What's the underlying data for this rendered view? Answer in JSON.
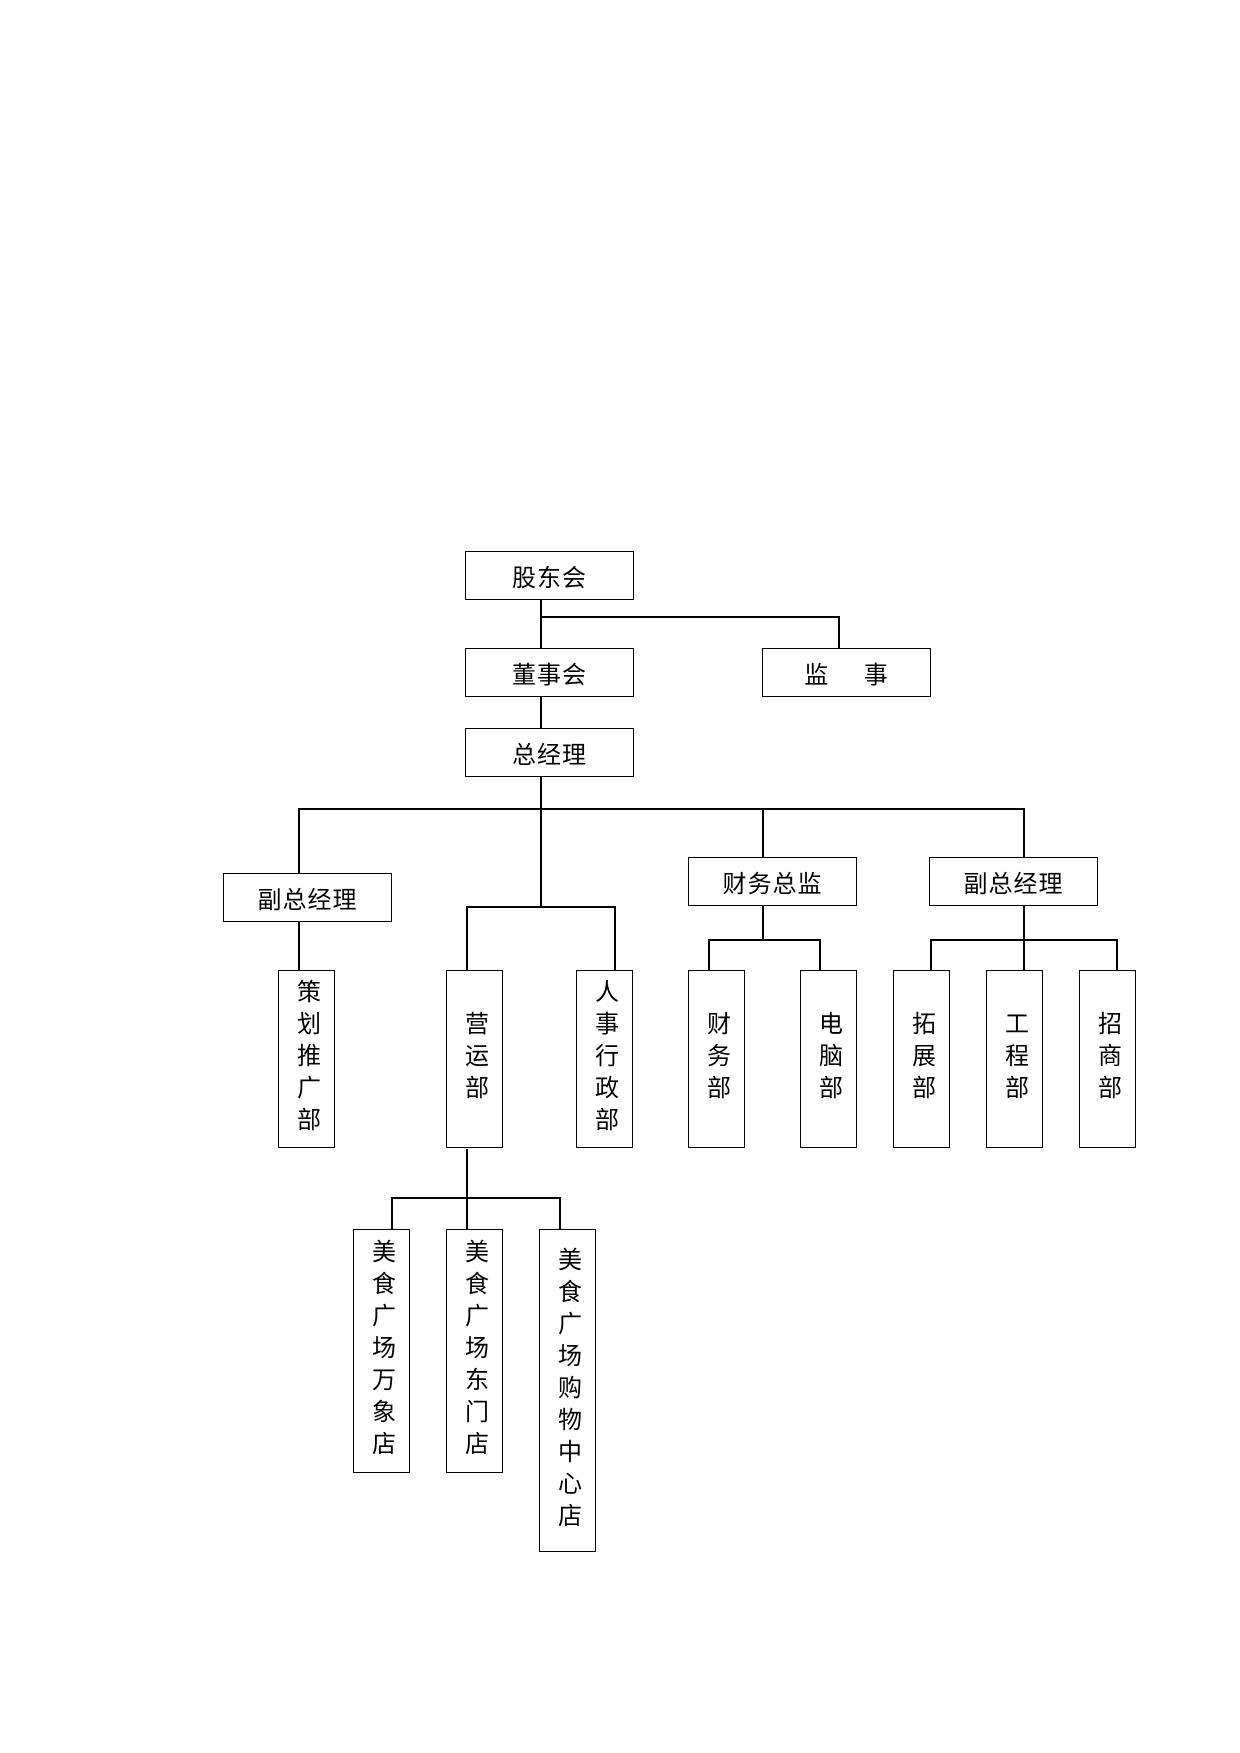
{
  "nodes": {
    "shareholders": "股东会",
    "board": "董事会",
    "supervisor": "监    事",
    "general_manager": "总经理",
    "deputy_gm_left": "副总经理",
    "finance_director": "财务总监",
    "deputy_gm_right": "副总经理",
    "planning_promotion": "策划推广部",
    "operations": "营运部",
    "hr_admin": "人事行政部",
    "finance_dept": "财务部",
    "it_dept": "电脑部",
    "expansion": "拓展部",
    "engineering": "工程部",
    "leasing": "招商部",
    "food_court_wanxiang": "美食广场万象店",
    "food_court_dongmen": "美食广场东门店",
    "food_court_mall": "美食广场购物中心店"
  }
}
